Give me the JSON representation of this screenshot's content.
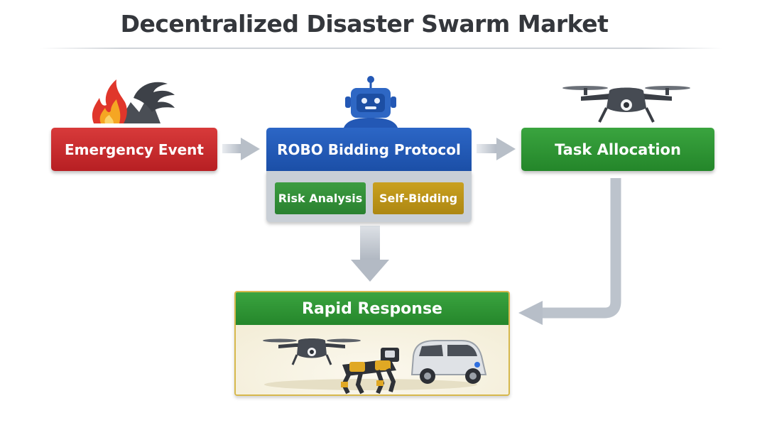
{
  "title": "Decentralized Disaster Swarm Market",
  "nodes": {
    "emergency": {
      "label": "Emergency Event",
      "color": "#c62b2d"
    },
    "protocol": {
      "label": "ROBO Bidding Protocol",
      "color": "#2259b8",
      "sub_items": [
        {
          "label": "Risk Analysis",
          "color": "#339039"
        },
        {
          "label": "Self-Bidding",
          "color": "#bb9418"
        }
      ]
    },
    "allocation": {
      "label": "Task Allocation",
      "color": "#2f953a"
    },
    "response": {
      "label": "Rapid Response",
      "color": "#2f953a"
    }
  },
  "icons": {
    "emergency": [
      "fire-icon",
      "smoke-icon"
    ],
    "protocol": [
      "robot-icon"
    ],
    "allocation": [
      "drone-icon"
    ],
    "response": [
      "drone-icon",
      "robot-dog-icon",
      "vehicle-icon"
    ]
  },
  "edges": [
    {
      "from": "emergency",
      "to": "protocol"
    },
    {
      "from": "protocol",
      "to": "allocation"
    },
    {
      "from": "protocol",
      "to": "response"
    },
    {
      "from": "allocation",
      "to": "response"
    }
  ]
}
